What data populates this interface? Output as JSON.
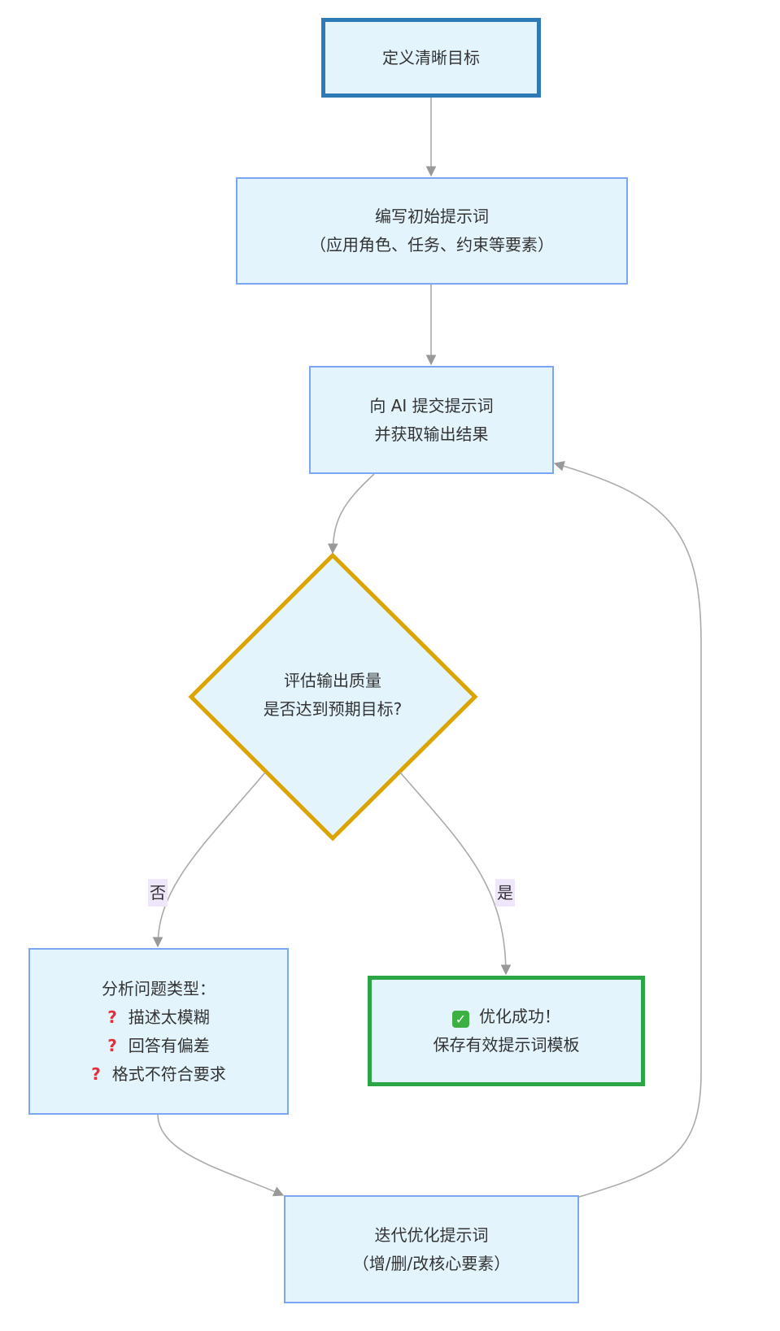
{
  "nodes": {
    "define_goal": {
      "lines": [
        "定义清晰目标"
      ]
    },
    "write_prompt": {
      "lines": [
        "编写初始提示词",
        "（应用角色、任务、约束等要素）"
      ]
    },
    "submit": {
      "lines": [
        "向 AI 提交提示词",
        "并获取输出结果"
      ]
    },
    "evaluate": {
      "lines": [
        "评估输出质量",
        "是否达到预期目标?"
      ]
    },
    "analyze": {
      "title": "分析问题类型：",
      "items": [
        {
          "icon": "question-mark-icon",
          "glyph": "?",
          "text": "描述太模糊"
        },
        {
          "icon": "question-mark-icon",
          "glyph": "?",
          "text": "回答有偏差"
        },
        {
          "icon": "question-mark-icon",
          "glyph": "?",
          "text": "格式不符合要求"
        }
      ]
    },
    "success": {
      "icon": "check-box-icon",
      "glyph": "✓",
      "lines": [
        "优化成功！",
        "保存有效提示词模板"
      ]
    },
    "iterate": {
      "lines": [
        "迭代优化提示词",
        "（增/删/改核心要素）"
      ]
    }
  },
  "edges": {
    "no_label": "否",
    "yes_label": "是"
  },
  "colors": {
    "node_fill": "#e3f4fc",
    "node_border": "#7aa7f0",
    "start_border": "#2e7ab6",
    "decision_border": "#dba400",
    "success_border": "#2aa645",
    "edge": "#aaaaaa",
    "edge_label_bg": "#efe6fb",
    "question_mark": "#e0303a"
  }
}
